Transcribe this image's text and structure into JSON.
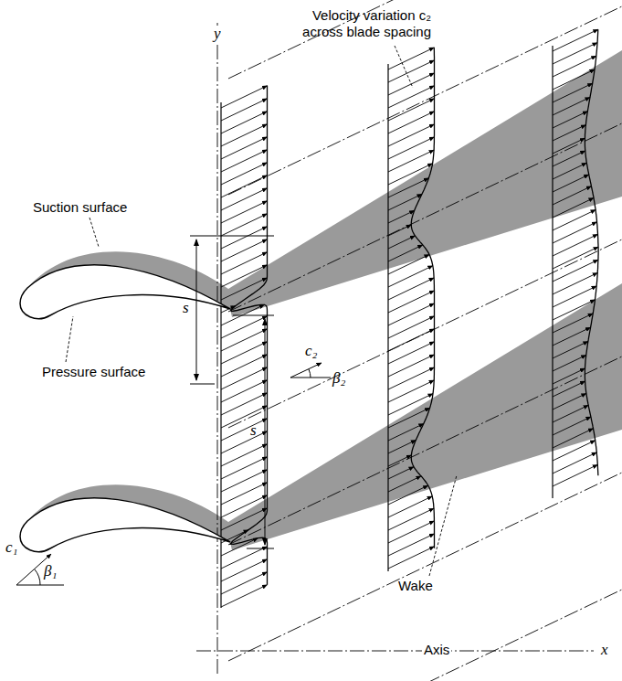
{
  "diagram": {
    "labels": [
      "Velocity variation c₂ across blade spacing",
      "y",
      "s",
      "Suction surface",
      "c₂",
      "β₂",
      "s",
      "Pressure surface",
      "c₁",
      "β₁",
      "Wake",
      "Axis",
      "x"
    ]
  }
}
